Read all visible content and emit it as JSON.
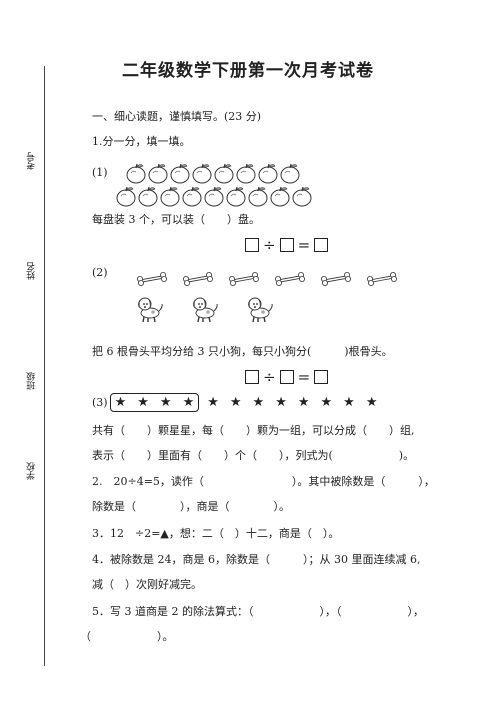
{
  "title": "二年级数学下册第一次月考试卷",
  "side_labels": [
    "考号",
    "姓名",
    "班级",
    "学校"
  ],
  "section1": {
    "heading": "一、细心读题，谨慎填写。(23 分)",
    "q1": {
      "intro": "1.分一分，填一填。",
      "p1": {
        "label": "(1)",
        "apples_row1": 8,
        "apples_row2": 9,
        "text": "每盘装 3 个，可以装（　　）盘。"
      },
      "eq_div": "÷",
      "eq_equals": "=",
      "p2": {
        "label": "(2)",
        "bones": 6,
        "dogs": 3,
        "text": "把 6 根骨头平均分给 3 只小狗，每只小狗分(　　　)根骨头。"
      },
      "p3": {
        "label": "(3)",
        "boxed_stars": 4,
        "other_stars": 8,
        "star_symbol": "★",
        "line1": "共有（　　）颗星星，每（　　）颗为一组，可以分成（　　）组,",
        "line2": "表示（　　）里面有（　　）个（　　），列式为(　　　　　　)。"
      }
    },
    "q2": {
      "line1": "2.　20÷4=5，读作（　　　　　　　　）。其中被除数是（　　　），",
      "line2": "除数是（　　　　），商是（　　　　）。"
    },
    "q3": "3．12　÷2=▲，想：二（　）十二，商是（　）。",
    "q4": {
      "line1": "4．被除数是 24，商是 6，除数是（　　　）；从 30 里面连续减 6,",
      "line2": "减（　）次刚好减完。"
    },
    "q5": {
      "line1": "5．写 3 道商是 2 的除法算式：（　　　　　　），（　　　　　　），",
      "line2": "（　　　　　　）。"
    }
  }
}
